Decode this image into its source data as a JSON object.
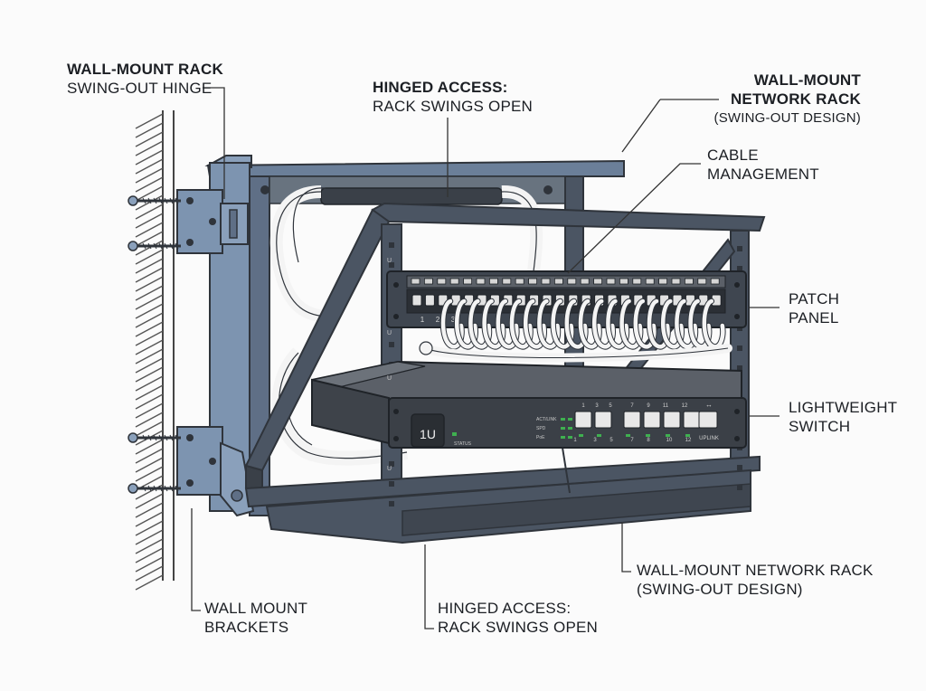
{
  "labels": {
    "wall_hinge": {
      "line1": "WALL-MOUNT RACK",
      "line2": "SWING-OUT HINGE"
    },
    "hinged_top": {
      "line1": "HINGED ACCESS:",
      "line2": "RACK SWINGS OPEN"
    },
    "rack_top": {
      "line1": "WALL-MOUNT",
      "line2": "NETWORK RACK",
      "line3": "(SWING-OUT DESIGN)"
    },
    "cable_mgmt": {
      "line1": "CABLE",
      "line2": "MANAGEMENT"
    },
    "patch_panel": {
      "line1": "PATCH",
      "line2": "PANEL"
    },
    "switch": {
      "line1": "LIGHTWEIGHT",
      "line2": "SWITCH"
    },
    "wall_brackets": {
      "line1": "WALL MOUNT",
      "line2": "BRACKETS"
    },
    "hinged_bottom": {
      "line1": "HINGED ACCESS:",
      "line2": "RACK SWINGS OPEN"
    },
    "rack_bottom": {
      "line1": "WALL-MOUNT NETWORK RACK",
      "line2": "(SWING-OUT DESIGN)"
    }
  },
  "patch_panel": {
    "port_numbers": [
      "1",
      "2",
      "3"
    ]
  },
  "switch": {
    "size_label": "1U",
    "status_label": "STATUS",
    "top_port_numbers": [
      "1",
      "3",
      "5",
      "7",
      "9",
      "11",
      "12"
    ],
    "bottom_port_numbers": [
      "1",
      "3",
      "5",
      "7",
      "8",
      "10",
      "12"
    ],
    "uplink_label": "UPLINK",
    "indicator_labels": [
      "ACT/LINK",
      "SPD",
      "PoE"
    ],
    "uplink_symbol": "↔"
  },
  "rack": {
    "unit_label": "U"
  },
  "colors": {
    "frame": "#4b5563",
    "frame_dark": "#2f343b",
    "bracket": "#7d94b0",
    "wall_hatch": "#555555",
    "cable": "#f4f4f4",
    "switch_body": "#5b6068",
    "led": "#3fb050"
  }
}
